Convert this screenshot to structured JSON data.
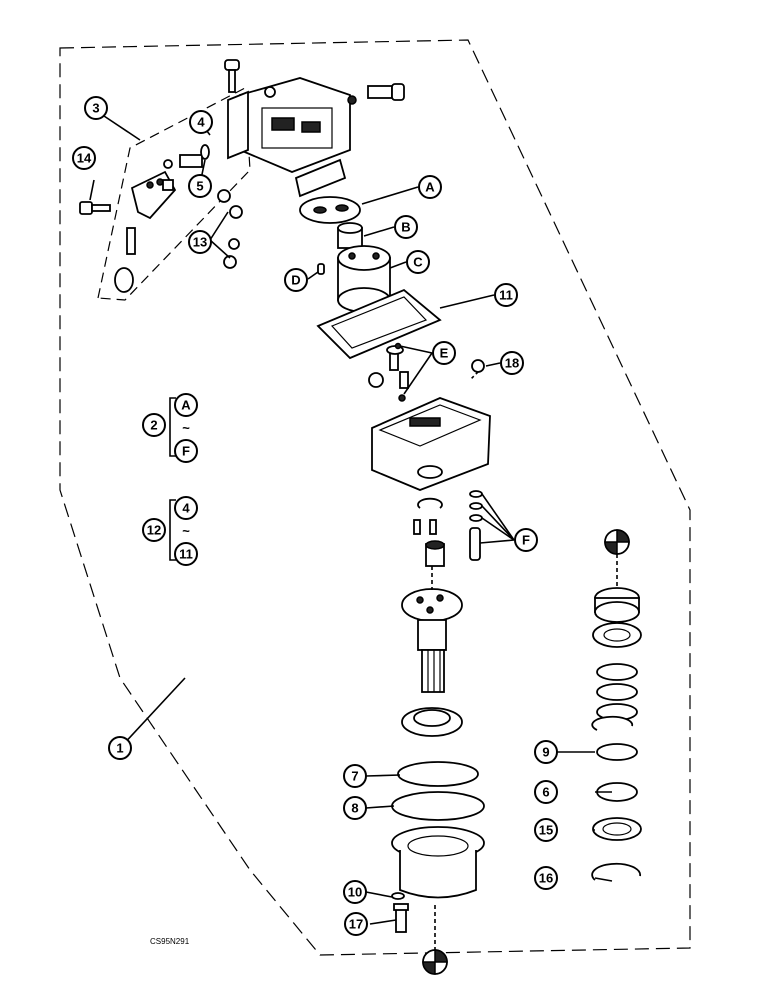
{
  "figure_code": "CS95N291",
  "callouts": {
    "c1": "1",
    "c3": "3",
    "c4": "4",
    "c5": "5",
    "c6": "6",
    "c7": "7",
    "c8": "8",
    "c9": "9",
    "c10": "10",
    "c11": "11",
    "c13": "13",
    "c14": "14",
    "c15": "15",
    "c16": "16",
    "c17": "17",
    "c18": "18",
    "cA": "A",
    "cB": "B",
    "cC": "C",
    "cD": "D",
    "cE": "E",
    "cF": "F"
  },
  "kit_2": {
    "number": "2",
    "from": "A",
    "tilde": "~",
    "to": "F"
  },
  "kit_12": {
    "number": "12",
    "from": "4",
    "tilde": "~",
    "to": "11"
  }
}
